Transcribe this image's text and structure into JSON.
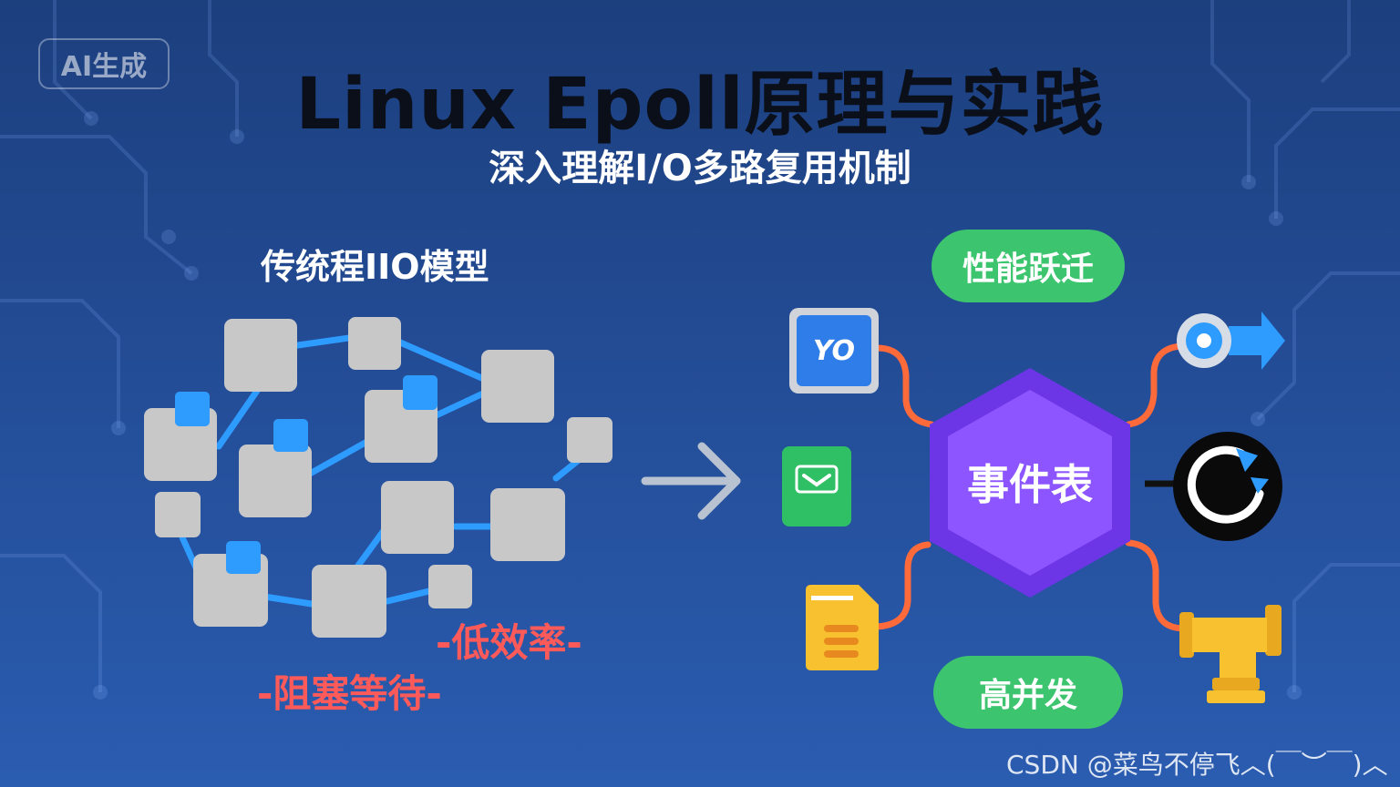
{
  "badge": "AI生成",
  "title": "Linux Epoll原理与实践",
  "subtitle": "深入理解I/O多路复用机制",
  "left_section": {
    "label": "传统程IIO模型",
    "tags": [
      "-低效率-",
      "-阻塞等待-"
    ]
  },
  "right_section": {
    "top_pill": "性能跃迁",
    "center": "事件表",
    "bottom_pill": "高并发",
    "io_icon_text": "YO",
    "icons": [
      "io-device-icon",
      "mail-icon",
      "document-icon",
      "target-arrow-icon",
      "refresh-icon",
      "pipe-icon"
    ]
  },
  "watermark": "CSDN @菜鸟不停飞︿(￣︶￣)︿",
  "colors": {
    "background": "#234c95",
    "title": "#0a0f1a",
    "node": "#c8c8c8",
    "link": "#2e9bff",
    "tag": "#ff5a5a",
    "pill": "#3cc46e",
    "hexagon": "#8a4dff",
    "connector": "#ff6a3a"
  }
}
